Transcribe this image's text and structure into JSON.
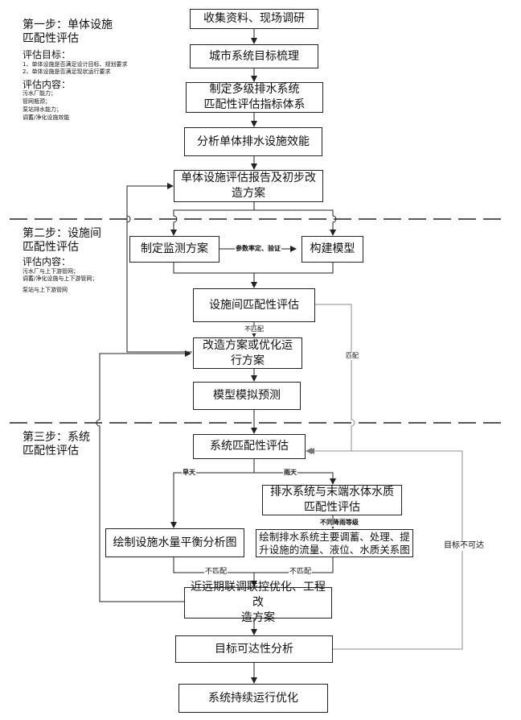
{
  "stage1": {
    "title_line1": "第一步：单体设施",
    "title_line2": "匹配性评估",
    "goal_heading": "评估目标：",
    "goals": [
      "1、单体设施是否满足设计目标、规划要求",
      "2、单体设施是否满足现状运行要求"
    ],
    "content_heading": "评估内容：",
    "contents": [
      "污水厂能力；",
      "管网瓶颈；",
      "泵站排水能力；",
      "调蓄/净化设施效能"
    ]
  },
  "stage2": {
    "title_line1": "第二步：设施间",
    "title_line2": "匹配性评估",
    "content_heading": "评估内容：",
    "contents": [
      "污水厂与上下游管网；",
      "调蓄/净化设施与上下游管网；",
      "泵站与上下游管网"
    ]
  },
  "stage3": {
    "title_line1": "第三步：系统",
    "title_line2": "匹配性评估"
  },
  "boxes": {
    "collect": "收集资料、现场调研",
    "goals": "城市系统目标梳理",
    "index_1": "制定多级排水系统",
    "index_2": "匹配性评估指标体系",
    "analyze": "分析单体排水设施效能",
    "report_1": "单体设施评估报告及初步改",
    "report_2": "造方案",
    "monitor": "制定监测方案",
    "model": "构建模型",
    "inter_eval": "设施间匹配性评估",
    "improve_1": "改造方案或优化运",
    "improve_2": "行方案",
    "simulate": "模型模拟预测",
    "system_eval": "系统匹配性评估",
    "water_1": "排水系统与末端水体水质",
    "water_2": "匹配性评估",
    "balance": "绘制设施水量平衡分析图",
    "relation_1": "绘制排水系统主要调蓄、处理、提",
    "relation_2": "升设施的流量、液位、水质关系图",
    "plan_1": "近远期联调联控优化、工程改",
    "plan_2": "造方案",
    "reach": "目标可达性分析",
    "optimize": "系统持续运行优化"
  },
  "labels": {
    "calibrate": "参数率定、验证",
    "mismatch_inter": "不匹配",
    "match_inter": "匹配",
    "dry": "旱天",
    "rain": "雨天",
    "rain_levels": "不同降雨等级",
    "mismatch_left": "不匹配",
    "mismatch_right": "不匹配",
    "unreachable": "目标不可达"
  },
  "colors": {
    "line": "#222222",
    "return_line": "#8c8c8c"
  }
}
